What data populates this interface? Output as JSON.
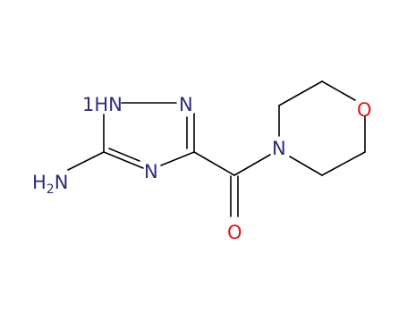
{
  "molecule": {
    "colors": {
      "bond": "#000000",
      "nitrogen": "#2e2a7a",
      "oxygen": "#e0141e",
      "background": "#ffffff"
    },
    "atoms": [
      {
        "id": "n1",
        "element": "N",
        "label": "HN",
        "prefix": "1",
        "color_key": "nitrogen"
      },
      {
        "id": "n2",
        "element": "N",
        "label": "N",
        "color_key": "nitrogen"
      },
      {
        "id": "n4",
        "element": "N",
        "label": "N",
        "color_key": "nitrogen"
      },
      {
        "id": "nh2",
        "element": "N",
        "label": "H",
        "subscript": "2",
        "suffix": "N",
        "color_key": "nitrogen"
      },
      {
        "id": "o_carbonyl",
        "element": "O",
        "label": "O",
        "color_key": "oxygen"
      },
      {
        "id": "n_morph",
        "element": "N",
        "label": "N",
        "color_key": "nitrogen"
      },
      {
        "id": "o_morph",
        "element": "O",
        "label": "O",
        "color_key": "oxygen"
      }
    ],
    "bonds": [
      {
        "id": "b1",
        "from": "n1",
        "to": "n2",
        "order": 1
      },
      {
        "id": "b2",
        "from": "n2",
        "to": "c3",
        "order": 2
      },
      {
        "id": "b3",
        "from": "c3",
        "to": "n4",
        "order": 1
      },
      {
        "id": "b4",
        "from": "n4",
        "to": "c5",
        "order": 2
      },
      {
        "id": "b5",
        "from": "c5",
        "to": "n1",
        "order": 1
      },
      {
        "id": "b6",
        "from": "c5",
        "to": "nh2",
        "order": 1
      },
      {
        "id": "b7",
        "from": "c3",
        "to": "c_carbonyl",
        "order": 1
      },
      {
        "id": "b8",
        "from": "c_carbonyl",
        "to": "o_carbonyl",
        "order": 2
      },
      {
        "id": "b9",
        "from": "c_carbonyl",
        "to": "n_morph",
        "order": 1
      },
      {
        "id": "b10",
        "from": "n_morph",
        "to": "cm1",
        "order": 1
      },
      {
        "id": "b11",
        "from": "cm1",
        "to": "cm2",
        "order": 1
      },
      {
        "id": "b12",
        "from": "cm2",
        "to": "o_morph",
        "order": 1
      },
      {
        "id": "b13",
        "from": "o_morph",
        "to": "cm3",
        "order": 1
      },
      {
        "id": "b14",
        "from": "cm3",
        "to": "cm4",
        "order": 1
      },
      {
        "id": "b15",
        "from": "cm4",
        "to": "n_morph",
        "order": 1
      }
    ]
  }
}
